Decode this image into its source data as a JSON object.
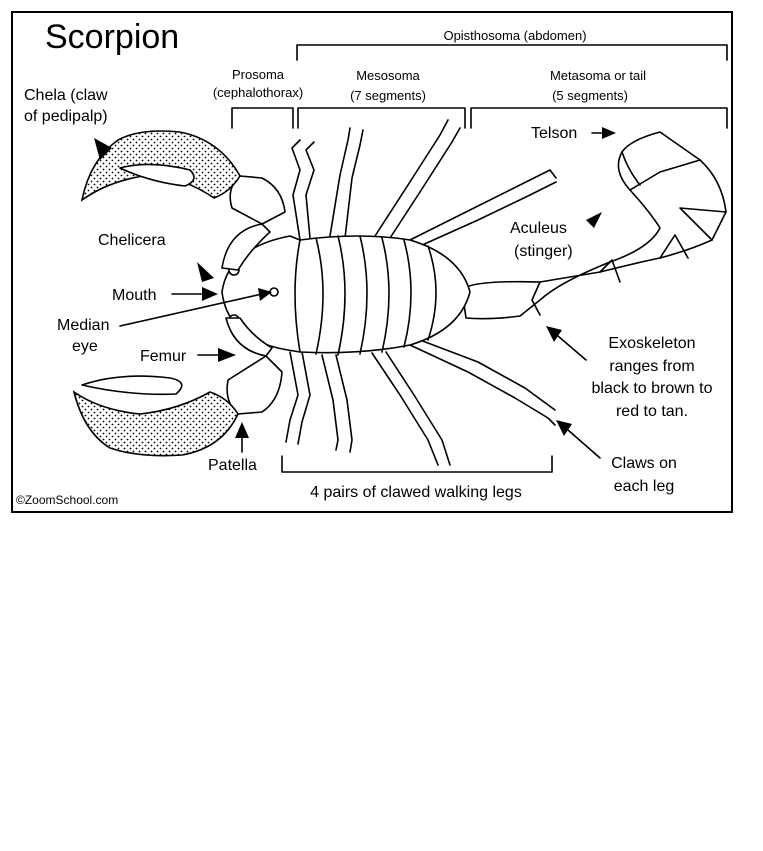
{
  "title": "Scorpion",
  "credit": "©ZoomSchool.com",
  "regions": {
    "opisthosoma": "Opisthosoma (abdomen)",
    "prosoma_1": "Prosoma",
    "prosoma_2": "(cephalothorax)",
    "mesosoma_1": "Mesosoma",
    "mesosoma_2": "(7 segments)",
    "metasoma_1": "Metasoma or tail",
    "metasoma_2": "(5 segments)"
  },
  "labels": {
    "chela_1": "Chela (claw",
    "chela_2": "of pedipalp)",
    "chelicera": "Chelicera",
    "mouth": "Mouth",
    "median_eye_1": "Median",
    "median_eye_2": "eye",
    "femur": "Femur",
    "patella": "Patella",
    "telson": "Telson",
    "aculeus_1": "Aculeus",
    "aculeus_2": "(stinger)",
    "exoskeleton_1": "Exoskeleton",
    "exoskeleton_2": "ranges from",
    "exoskeleton_3": "black to brown to",
    "exoskeleton_4": "red to tan.",
    "claws_1": "Claws on",
    "claws_2": "each leg",
    "walking_legs": "4 pairs of clawed walking legs"
  }
}
